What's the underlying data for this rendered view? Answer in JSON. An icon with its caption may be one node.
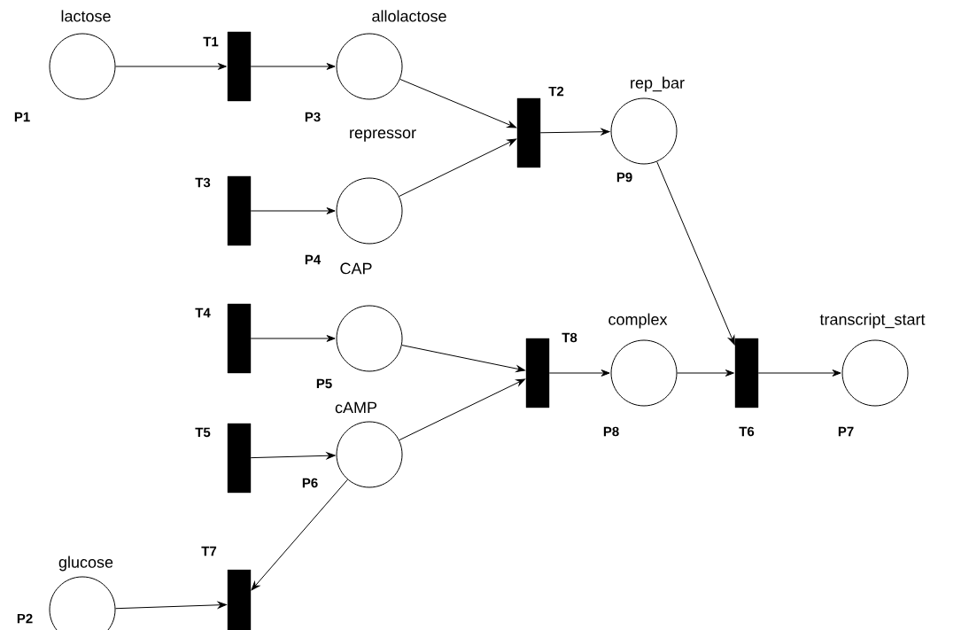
{
  "diagram": {
    "nodes": [
      {
        "text": [
          "lactose"
        ],
        "beside": [
          "P1"
        ]
      },
      {
        "text": [],
        "shape": "bar",
        "beside": [
          "T1"
        ]
      },
      {
        "text": [
          "allolactose"
        ],
        "beside": [
          "P3"
        ]
      },
      {
        "text": [],
        "shape": "bar",
        "beside": [
          "T2"
        ]
      },
      {
        "text": [
          "rep_bar"
        ],
        "beside": [
          "P9"
        ]
      },
      {
        "text": [],
        "shape": "bar",
        "beside": [
          "T3"
        ]
      },
      {
        "text": [
          "repressor"
        ],
        "beside": [
          "P4"
        ]
      },
      {
        "text": [],
        "shape": "bar",
        "beside": [
          "T4"
        ]
      },
      {
        "text": [
          "CAP"
        ],
        "beside": [
          "P5"
        ]
      },
      {
        "text": [],
        "shape": "bar",
        "beside": [
          "T8"
        ]
      },
      {
        "text": [
          "complex"
        ],
        "beside": [
          "P8"
        ]
      },
      {
        "text": [],
        "shape": "bar",
        "beside": [
          "T6"
        ]
      },
      {
        "text": [
          "transcript_start"
        ],
        "beside": [
          "P7"
        ]
      },
      {
        "text": [],
        "shape": "bar",
        "beside": [
          "T5"
        ]
      },
      {
        "text": [
          "cAMP"
        ],
        "beside": [
          "P6"
        ]
      },
      {
        "text": [
          "glucose"
        ],
        "beside": [
          "P2"
        ]
      },
      {
        "text": [],
        "shape": "bar",
        "beside": [
          "T7"
        ]
      }
    ],
    "edges": [
      {
        "from": 0,
        "to": 1,
        "arrow": "to"
      },
      {
        "from": 1,
        "to": 2,
        "arrow": "to"
      },
      {
        "from": 2,
        "to": 3,
        "arrow": "to"
      },
      {
        "from": 6,
        "to": 3,
        "arrow": "to"
      },
      {
        "from": 3,
        "to": 4,
        "arrow": "to"
      },
      {
        "from": 5,
        "to": 6,
        "arrow": "to"
      },
      {
        "from": 4,
        "to": 11,
        "arrow": "to"
      },
      {
        "from": 7,
        "to": 8,
        "arrow": "to"
      },
      {
        "from": 8,
        "to": 9,
        "arrow": "to"
      },
      {
        "from": 14,
        "to": 9,
        "arrow": "to"
      },
      {
        "from": 9,
        "to": 10,
        "arrow": "to"
      },
      {
        "from": 10,
        "to": 11,
        "arrow": "to"
      },
      {
        "from": 11,
        "to": 12,
        "arrow": "to"
      },
      {
        "from": 13,
        "to": 14,
        "arrow": "to"
      },
      {
        "from": 14,
        "to": 16,
        "arrow": "to"
      },
      {
        "from": 15,
        "to": 16,
        "arrow": "to"
      }
    ]
  }
}
